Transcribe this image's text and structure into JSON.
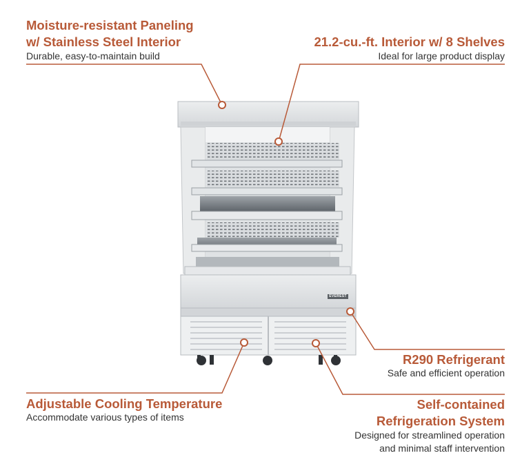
{
  "features": [
    {
      "id": "paneling",
      "title_line1": "Moisture-resistant Paneling",
      "title_line2": "w/ Stainless Steel Interior",
      "desc_line1": "Durable, easy-to-maintain build"
    },
    {
      "id": "interior",
      "title_line1": "21.2-cu.-ft. Interior w/ 8 Shelves",
      "desc_line1": "Ideal for large product display"
    },
    {
      "id": "refrigerant",
      "title_line1": "R290 Refrigerant",
      "desc_line1": "Safe and efficient operation"
    },
    {
      "id": "cooling",
      "title_line1": "Adjustable Cooling Temperature",
      "desc_line1": "Accommodate various types of items"
    },
    {
      "id": "selfcontained",
      "title_line1": "Self-contained",
      "title_line2": "Refrigeration System",
      "desc_line1": "Designed for streamlined operation",
      "desc_line2": "and minimal staff intervention"
    }
  ],
  "product": {
    "brand_label": "EVEREST"
  },
  "colors": {
    "accent": "#b85a38",
    "text": "#333333",
    "steel": "#c9cccf"
  }
}
